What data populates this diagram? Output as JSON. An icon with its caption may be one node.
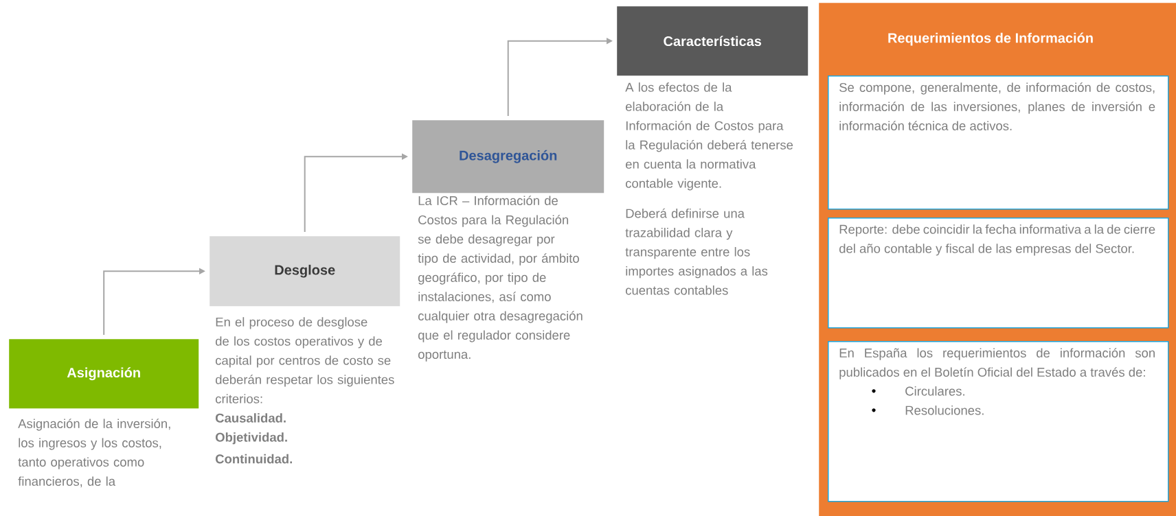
{
  "diagram": {
    "nodes": [
      {
        "text": [
          "Asignación"
        ],
        "beside": [
          "Asignación de la inversión, los ingresos y los costos, tanto operativos como financieros, de la"
        ]
      },
      {
        "text": [
          "Desglose"
        ],
        "beside": [
          "En el proceso de desglose de los costos operativos y de capital por centros de costo se deberán respetar los siguientes criterios:",
          "Causalidad.",
          "Objetividad.",
          "Continuidad."
        ]
      },
      {
        "text": [
          "Desagregación"
        ],
        "beside": [
          "La ICR – Información de Costos para la Regulación se debe desagregar por tipo de actividad, por ámbito geográfico, por tipo de instalaciones, así como cualquier otra desagregación que el regulador considere oportuna."
        ]
      },
      {
        "text": [
          "Características"
        ],
        "beside": [
          "A los efectos de la elaboración de la Información de Costos para la Regulación deberá tenerse en cuenta la normativa contable vigente.",
          "Deberá definirse una trazabilidad clara y transparente entre los importes asignados a las cuentas contables"
        ]
      },
      {
        "text": [
          "Requerimientos de Información"
        ]
      },
      {
        "text": [
          "Se compone, generalmente, de información de costos, información de las inversiones, planes de inversión e información técnica de activos."
        ],
        "in": 4
      },
      {
        "text": [
          "Reporte: debe coincidir la fecha informativa a la de cierre del año contable y fiscal de las empresas del Sector."
        ],
        "in": 4
      },
      {
        "text": [
          "En España los requerimientos de información son publicados en el Boletín Oficial del Estado a través de:",
          "Circulares.",
          "Resoluciones."
        ],
        "in": 4
      }
    ],
    "edges": [
      {
        "from": 0,
        "to": 1,
        "arrow": "to"
      },
      {
        "from": 1,
        "to": 2,
        "arrow": "to"
      },
      {
        "from": 2,
        "to": 3,
        "arrow": "to"
      }
    ]
  }
}
